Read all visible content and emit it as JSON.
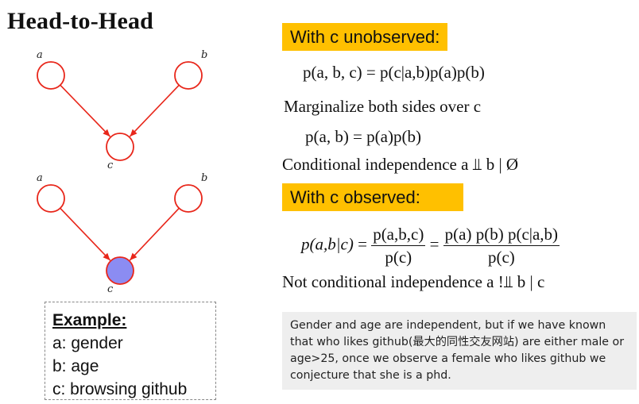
{
  "title": "Head-to-Head",
  "graph_top": {
    "nodes": [
      {
        "id": "a",
        "label": "a",
        "observed": false
      },
      {
        "id": "b",
        "label": "b",
        "observed": false
      },
      {
        "id": "c",
        "label": "c",
        "observed": false
      }
    ],
    "edges": [
      [
        "a",
        "c"
      ],
      [
        "b",
        "c"
      ]
    ]
  },
  "graph_bottom": {
    "nodes": [
      {
        "id": "a",
        "label": "a",
        "observed": false
      },
      {
        "id": "b",
        "label": "b",
        "observed": false
      },
      {
        "id": "c",
        "label": "c",
        "observed": true
      }
    ],
    "edges": [
      [
        "a",
        "c"
      ],
      [
        "b",
        "c"
      ]
    ]
  },
  "colors": {
    "edge": "#e8261a",
    "node_stroke": "#e8261a",
    "observed_fill": "#8b8cf2",
    "highlight": "#ffc000"
  },
  "unobserved": {
    "heading": "With c unobserved:",
    "joint": "p(a, b, c) = p(c|a,b)p(a)p(b)",
    "marginalize": "Marginalize both sides over c",
    "marginal": "p(a, b) = p(a)p(b)",
    "conclusion": "Conditional independence a ⫫ b | Ø"
  },
  "observed": {
    "heading": "With c observed:",
    "lhs": "p(a,b|c)",
    "frac1_num": "p(a,b,c)",
    "frac1_den": "p(c)",
    "frac2_num": "p(a) p(b) p(c|a,b)",
    "frac2_den": "p(c)",
    "conclusion": "Not conditional independence a !⫫ b | c"
  },
  "example": {
    "heading": "Example:",
    "lines": [
      "a: gender",
      "b: age",
      "c: browsing github"
    ]
  },
  "note": "Gender and age are independent, but if we have known that who likes github(最大的同性交友网站) are either male or age>25, once we observe a female who likes github we conjecture that she is a phd."
}
